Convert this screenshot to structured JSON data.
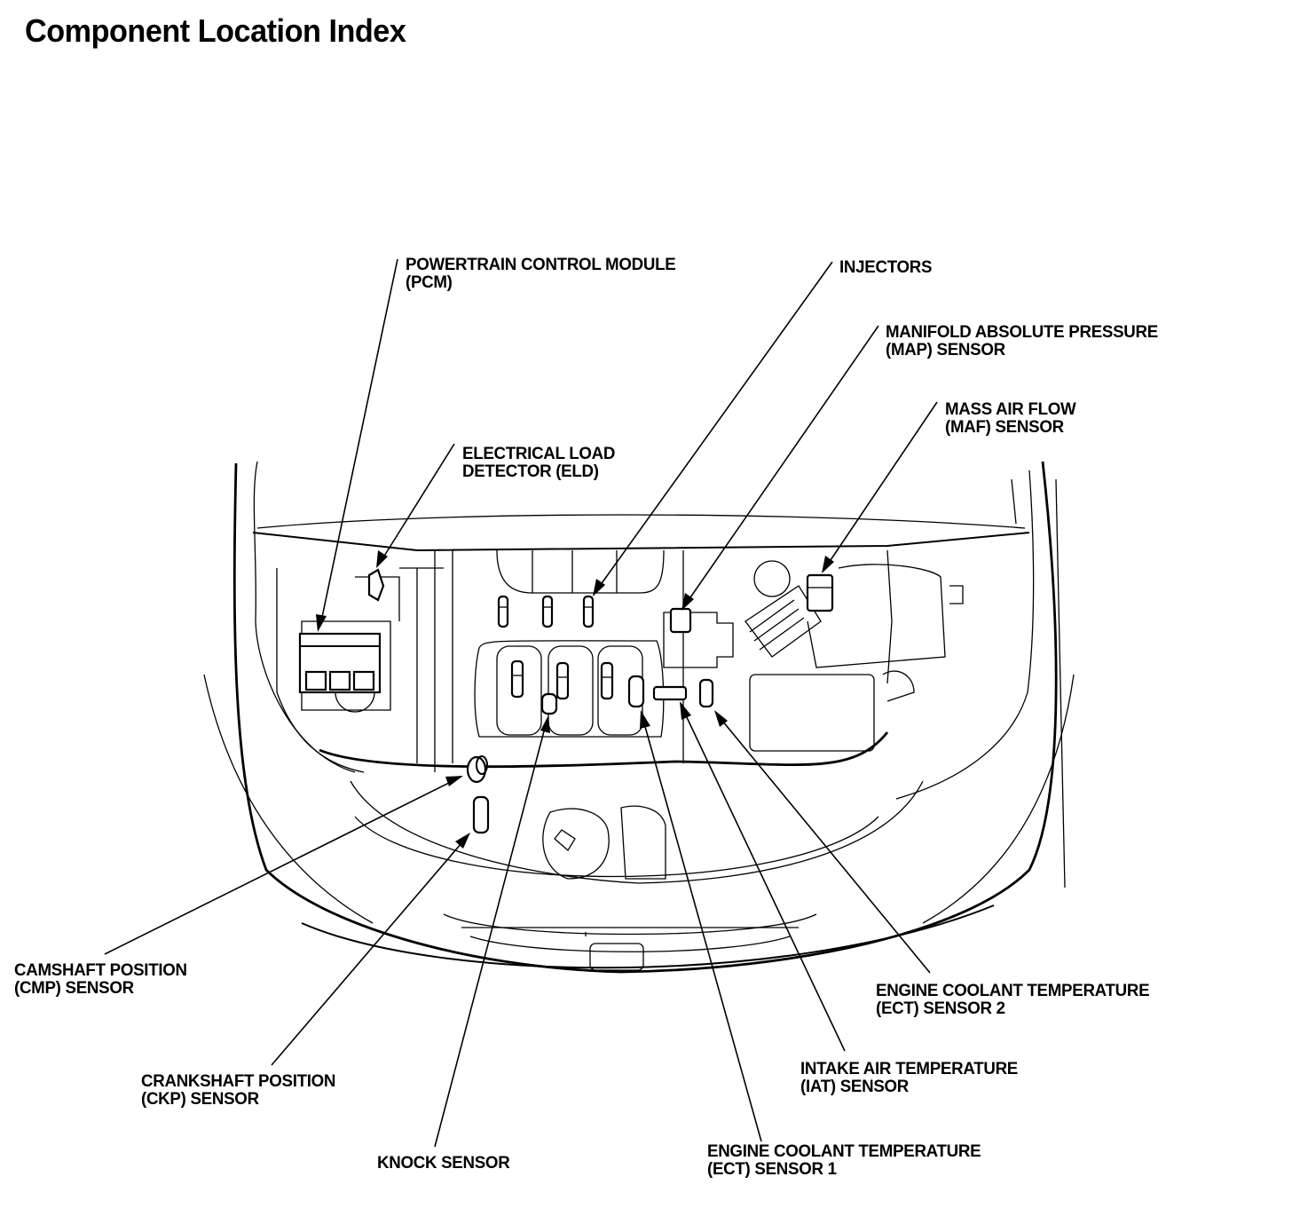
{
  "title": "Component Location Index",
  "diagram": {
    "subject": "engine-compartment",
    "callouts": [
      {
        "id": "pcm",
        "lines": [
          "POWERTRAIN CONTROL MODULE",
          "(PCM)"
        ]
      },
      {
        "id": "injectors",
        "lines": [
          "INJECTORS"
        ]
      },
      {
        "id": "map",
        "lines": [
          "MANIFOLD ABSOLUTE PRESSURE",
          "(MAP) SENSOR"
        ]
      },
      {
        "id": "maf",
        "lines": [
          "MASS AIR FLOW",
          "(MAF) SENSOR"
        ]
      },
      {
        "id": "eld",
        "lines": [
          "ELECTRICAL LOAD",
          "DETECTOR (ELD)"
        ]
      },
      {
        "id": "cmp",
        "lines": [
          "CAMSHAFT POSITION",
          "(CMP) SENSOR"
        ]
      },
      {
        "id": "ckp",
        "lines": [
          "CRANKSHAFT POSITION",
          "(CKP) SENSOR"
        ]
      },
      {
        "id": "knock",
        "lines": [
          "KNOCK SENSOR"
        ]
      },
      {
        "id": "ect1",
        "lines": [
          "ENGINE COOLANT TEMPERATURE",
          "(ECT) SENSOR 1"
        ]
      },
      {
        "id": "iat",
        "lines": [
          "INTAKE AIR TEMPERATURE",
          "(IAT) SENSOR"
        ]
      },
      {
        "id": "ect2",
        "lines": [
          "ENGINE COOLANT TEMPERATURE",
          "(ECT) SENSOR 2"
        ]
      }
    ]
  }
}
